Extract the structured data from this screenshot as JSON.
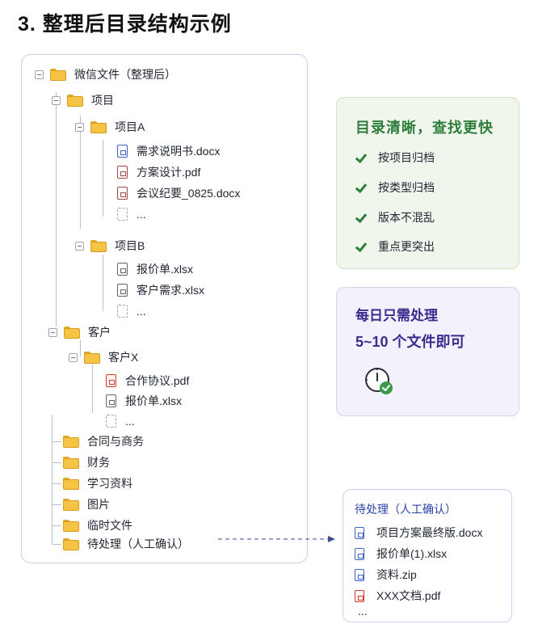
{
  "title": "3. 整理后目录结构示例",
  "tree": {
    "root": "微信文件（整理后）",
    "project": "项目",
    "project_a": "项目A",
    "project_a_files": [
      "需求说明书.docx",
      "方案设计.pdf",
      "会议纪要_0825.docx",
      "..."
    ],
    "project_b": "项目B",
    "project_b_files": [
      "报价单.xlsx",
      "客户需求.xlsx",
      "..."
    ],
    "customer": "客户",
    "customer_x": "客户X",
    "customer_x_files": [
      "合作协议.pdf",
      "报价单.xlsx",
      "..."
    ],
    "others": [
      "合同与商务",
      "财务",
      "学习资料",
      "图片",
      "临时文件",
      "待处理（人工确认）"
    ]
  },
  "benefits": {
    "heading": "目录清晰，查找更快",
    "items": [
      "按项目归档",
      "按类型归档",
      "版本不混乱",
      "重点更突出"
    ]
  },
  "daily": {
    "line1": "每日只需处理",
    "line2": "5~10 个文件即可"
  },
  "pending": {
    "heading": "待处理（人工确认）",
    "files": [
      "项目方案最终版.docx",
      "报价单(1).xlsx",
      "资料.zip",
      "XXX文档.pdf",
      "..."
    ]
  },
  "colors": {
    "folder": "#f6c445",
    "green_accent": "#2f7d3a",
    "purple_accent": "#3b2b8f",
    "blue_accent": "#2a45a8"
  }
}
